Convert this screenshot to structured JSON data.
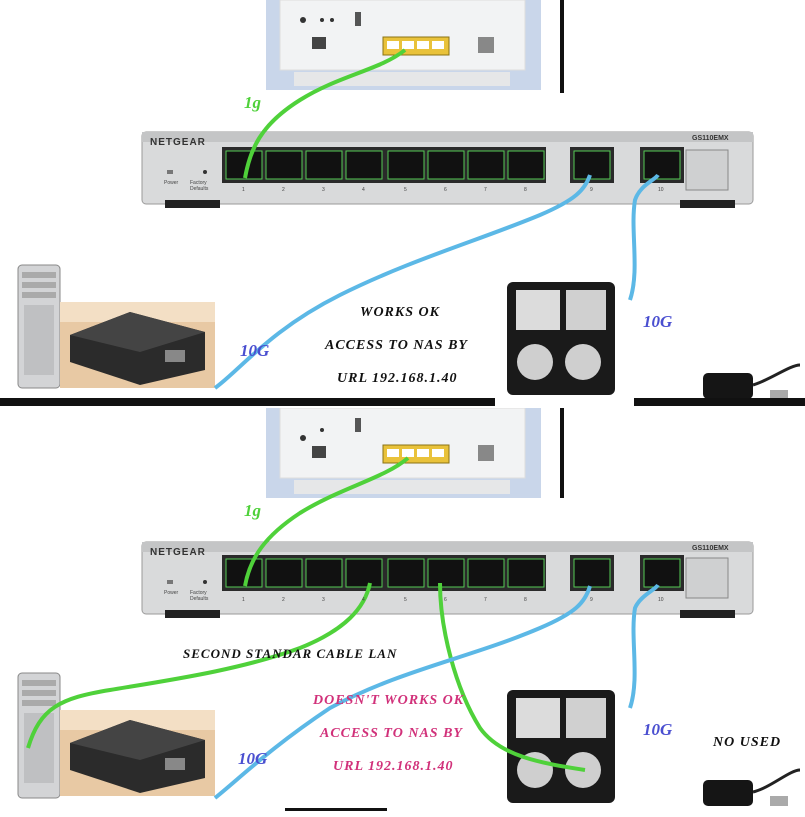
{
  "top": {
    "switch_brand": "NETGEAR",
    "switch_model": "GS110EMX",
    "power_label": "Power",
    "factory_label": "Factory Defaults",
    "port_numbers": [
      "1",
      "2",
      "3",
      "4",
      "5",
      "6",
      "7",
      "8",
      "9",
      "10"
    ],
    "link_router_speed": "1g",
    "link_mac_speed": "10G",
    "link_nas_speed": "10G",
    "caption_lines": [
      "WORKS OK",
      "ACCESS TO NAS BY",
      "URL 192.168.1.40"
    ]
  },
  "bottom": {
    "switch_brand": "NETGEAR",
    "switch_model": "GS110EMX",
    "power_label": "Power",
    "factory_label": "Factory Defaults",
    "port_numbers": [
      "1",
      "2",
      "3",
      "4",
      "5",
      "6",
      "7",
      "8",
      "9",
      "10"
    ],
    "link_router_speed": "1g",
    "link_mac_speed": "10G",
    "link_nas_speed": "10G",
    "second_cable_label": "SECOND STANDAR CABLE LAN",
    "caption_lines": [
      "DOESN'T WORKS OK",
      "ACCESS TO NAS BY",
      "URL 192.168.1.40"
    ],
    "adapter_note": "NO USED"
  },
  "colors": {
    "cable_green": "#4fd13a",
    "cable_blue": "#5cb8e6",
    "label_blue": "#4a4fd0",
    "label_pink": "#d1317a"
  }
}
